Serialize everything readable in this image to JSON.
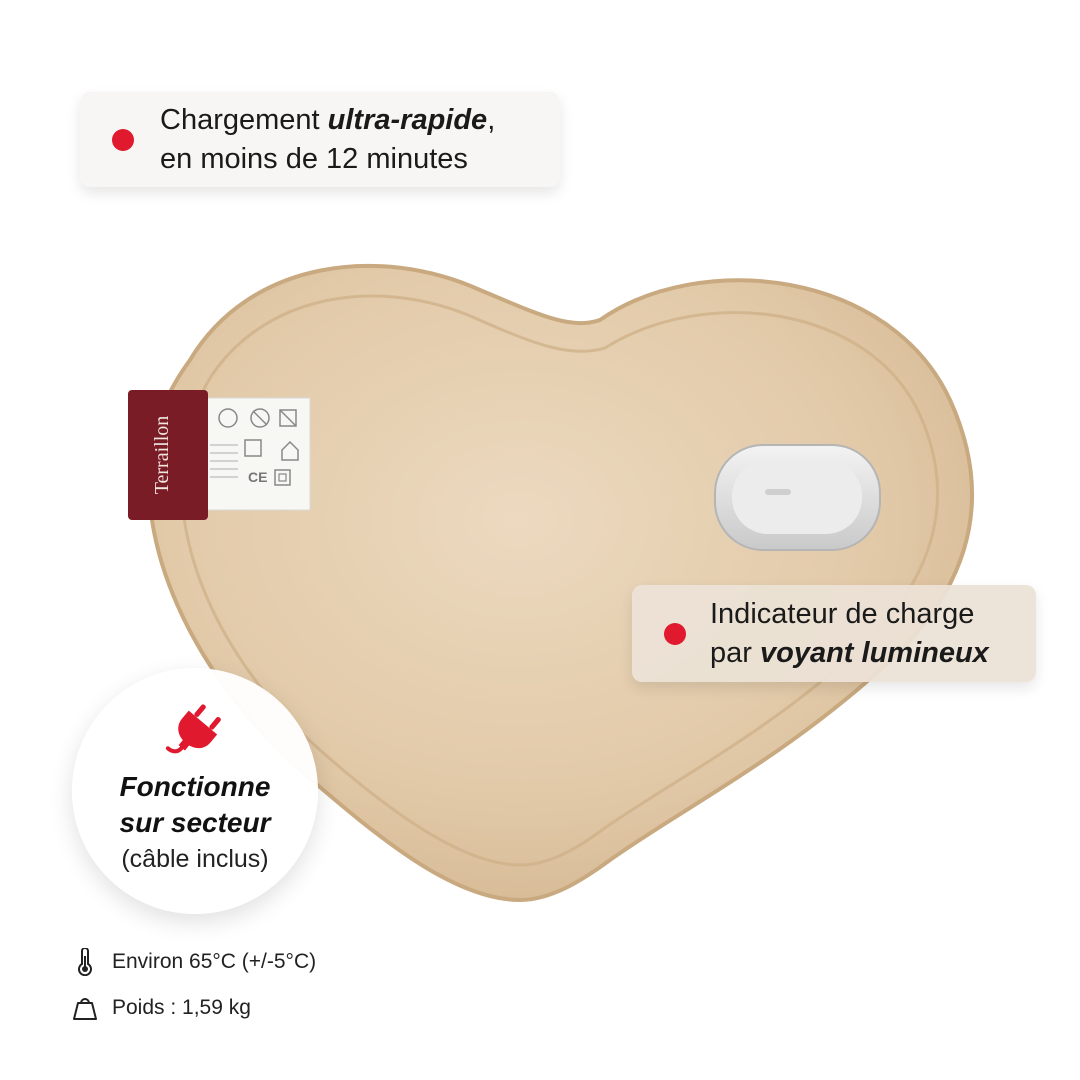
{
  "colors": {
    "accent": "#e0192f",
    "fabric": "#e3cdb0",
    "tag_maroon": "#7a1c26"
  },
  "callouts": {
    "charging": {
      "line1_prefix": "Chargement ",
      "line1_emphasis": "ultra-rapide",
      "line1_suffix": ",",
      "line2": "en moins de 12 minutes"
    },
    "indicator": {
      "line1": "Indicateur de charge",
      "line2_prefix": "par ",
      "line2_emphasis": "voyant lumineux"
    }
  },
  "badge": {
    "icon": "plug-icon",
    "line1": "Fonctionne",
    "line2": "sur secteur",
    "line3": "(câble inclus)"
  },
  "product": {
    "brand_tag": "Terraillon"
  },
  "specs": [
    {
      "icon": "thermometer-icon",
      "text": "Environ 65°C (+/-5°C)"
    },
    {
      "icon": "weight-icon",
      "text": "Poids : 1,59 kg"
    }
  ]
}
